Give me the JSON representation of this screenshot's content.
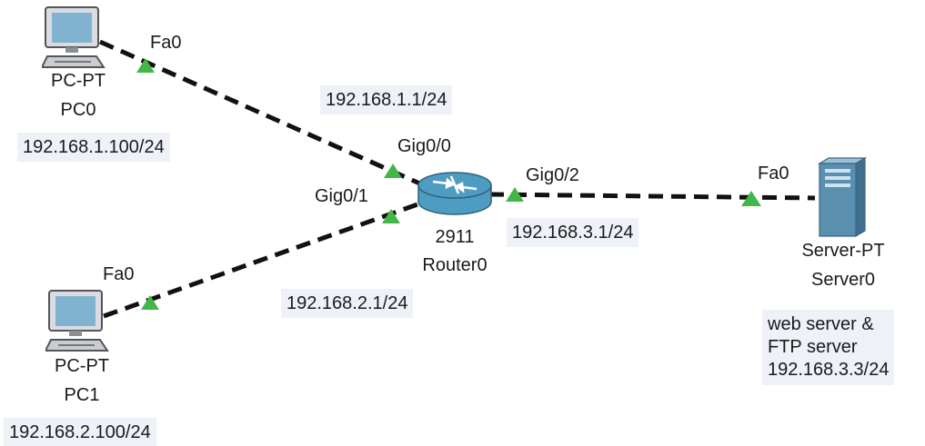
{
  "colors": {
    "link": "#111111",
    "port_indicator": "#43b649",
    "note_background": "#eef1f8",
    "router_body": "#4f9cc3",
    "server_body": "#5a8fb0",
    "pc_screen": "#7fb3cf"
  },
  "devices": {
    "pc0": {
      "icon": "pc-icon",
      "model": "PC-PT",
      "name": "PC0",
      "ip": "192.168.1.100/24"
    },
    "pc1": {
      "icon": "pc-icon",
      "model": "PC-PT",
      "name": "PC1",
      "ip": "192.168.2.100/24"
    },
    "router0": {
      "icon": "router-icon",
      "model": "2911",
      "name": "Router0"
    },
    "server0": {
      "icon": "server-icon",
      "model": "Server-PT",
      "name": "Server0",
      "note_lines": [
        "web server &",
        "FTP server",
        "192.168.3.3/24"
      ]
    }
  },
  "ports": {
    "pc0_fa0": "Fa0",
    "pc1_fa0": "Fa0",
    "router_gig00": "Gig0/0",
    "router_gig01": "Gig0/1",
    "router_gig02": "Gig0/2",
    "server_fa0": "Fa0"
  },
  "router_addresses": {
    "gig00": "192.168.1.1/24",
    "gig01": "192.168.2.1/24",
    "gig02": "192.168.3.1/24"
  }
}
